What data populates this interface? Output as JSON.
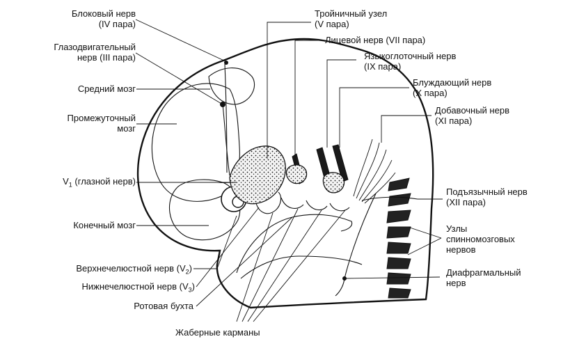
{
  "labels": {
    "trochlear": [
      "Блоковый нерв",
      "(IV пара)"
    ],
    "oculomotor": [
      "Глазодвигательный",
      "нерв  (III пара)"
    ],
    "midbrain": [
      "Средний мозг"
    ],
    "diencephalon": [
      "Промежуточный",
      "мозг"
    ],
    "ophthalmic": {
      "prefix": "V",
      "sub": "1",
      "rest": " (глазной нерв)"
    },
    "telencephalon": [
      "Конечный мозг"
    ],
    "maxillary": {
      "text": "Верхнечелюстной нерв (V",
      "sub": "2",
      "end": ")"
    },
    "mandibular": {
      "text": "Нижнечелюстной нерв (V",
      "sub": "3",
      "end": ")"
    },
    "stomodeum": [
      "Ротовая бухта"
    ],
    "branchial": [
      "Жаберные карманы"
    ],
    "trigeminal_ganglion": [
      "Тройничный узел",
      "(V пара)"
    ],
    "facial": [
      "Лицевой нерв (VII пара)"
    ],
    "glossopharyngeal": [
      "Языкоглоточный нерв",
      "(IX пара)"
    ],
    "vagus": [
      "Блуждающий нерв",
      "(X пара)"
    ],
    "accessory": [
      "Добавочный нерв",
      "(XI пара)"
    ],
    "hypoglossal": [
      "Подъязычный нерв",
      "(XII пара)"
    ],
    "spinal_ganglia": [
      "Узлы",
      "спинномозговых",
      "нервов"
    ],
    "phrenic": [
      "Диафрагмальный",
      "нерв"
    ]
  }
}
